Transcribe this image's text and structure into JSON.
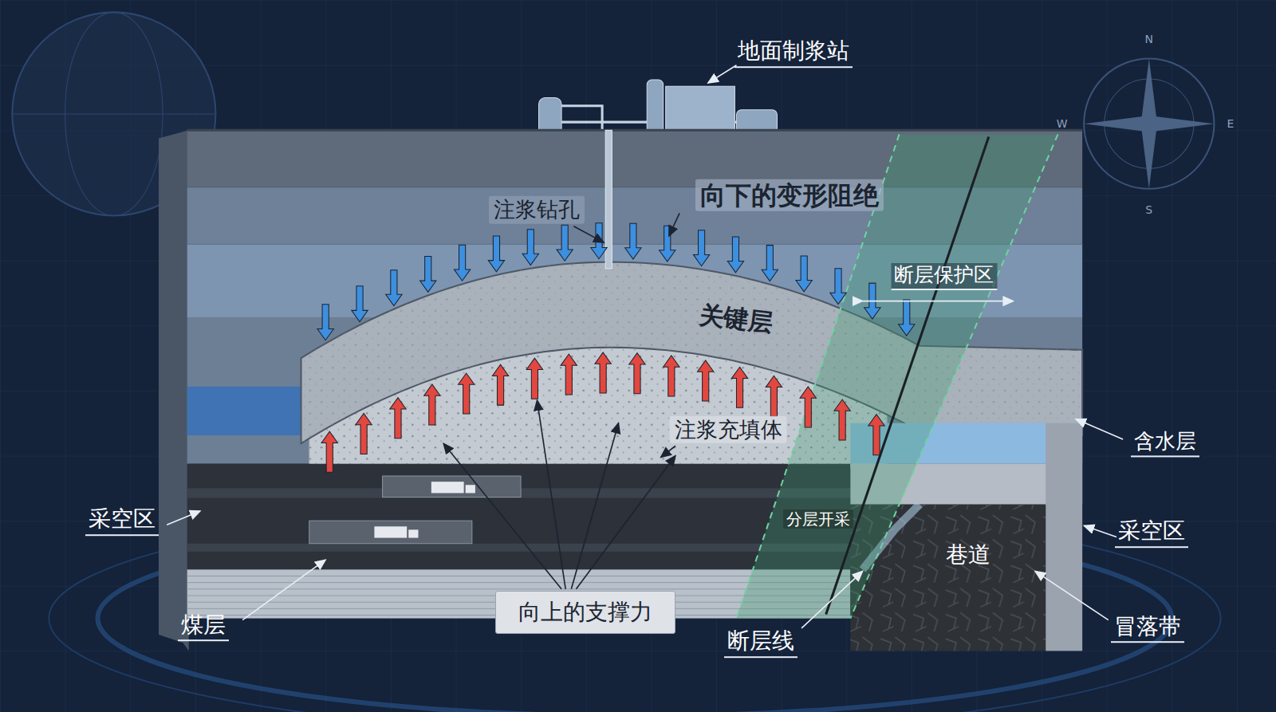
{
  "diagram": {
    "nodes": [
      {
        "text": [
          "向上的支撑力"
        ]
      }
    ],
    "labels": [
      "地面制浆站",
      "注浆钻孔",
      "向下的变形阻绝",
      "断层保护区",
      "关键层",
      "注浆充填体",
      "含水层",
      "分层开采",
      "采空区",
      "巷道",
      "采空区",
      "冒落带",
      "煤层",
      "断层线",
      "N",
      "W",
      "E",
      "S"
    ]
  }
}
